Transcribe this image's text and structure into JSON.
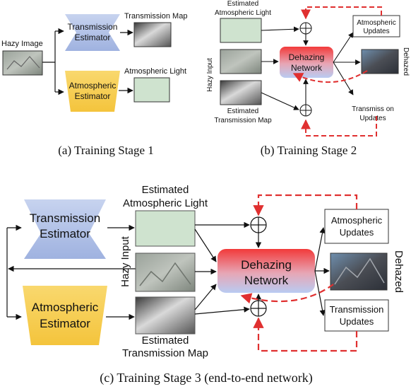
{
  "stage1": {
    "hazy_image": "Hazy Image",
    "trans_estimator": [
      "Transmission",
      "Estimator"
    ],
    "trans_map": "Transmission Map",
    "atm_estimator": [
      "Atmospheric",
      "Estimator"
    ],
    "atm_light": "Atmospheric Light",
    "caption": "(a)  Training Stage 1"
  },
  "stage2": {
    "est_atm_light": [
      "Estimated",
      "Atmospheric Light"
    ],
    "hazy_input": "Hazy Input",
    "dehazing_network": [
      "Dehazing",
      "Network"
    ],
    "atm_updates": [
      "Atmospheric",
      "Updates"
    ],
    "dehazed": "Dehazed",
    "trans_updates": [
      "Transmiss on",
      "Updates"
    ],
    "est_trans_map": [
      "Estimated",
      "Transmission Map"
    ],
    "caption": "(b)  Training Stage 2"
  },
  "stage3": {
    "trans_estimator": [
      "Transmission",
      "Estimator"
    ],
    "atm_estimator": [
      "Atmospheric",
      "Estimator"
    ],
    "est_atm_light": [
      "Estimated",
      "Atmospheric Light"
    ],
    "hazy_input": "Hazy Input",
    "dehazing_network": [
      "Dehazing",
      "Network"
    ],
    "atm_updates": [
      "Atmospheric",
      "Updates"
    ],
    "dehazed": "Dehazed",
    "trans_updates": [
      "Transmission",
      "Updates"
    ],
    "est_trans_map": [
      "Estimated",
      "Transmission Map"
    ],
    "caption": "(c)  Training Stage 3 (end-to-end network)"
  },
  "colors": {
    "estimator_blue": "#b3c3e6",
    "estimator_yellow": "#f7cf5a",
    "atm_light_green": "#cfe3cf",
    "dehaze_top": "#f23a3a",
    "dehaze_bottom": "#c0cff0",
    "feedback_red": "#e03030"
  }
}
